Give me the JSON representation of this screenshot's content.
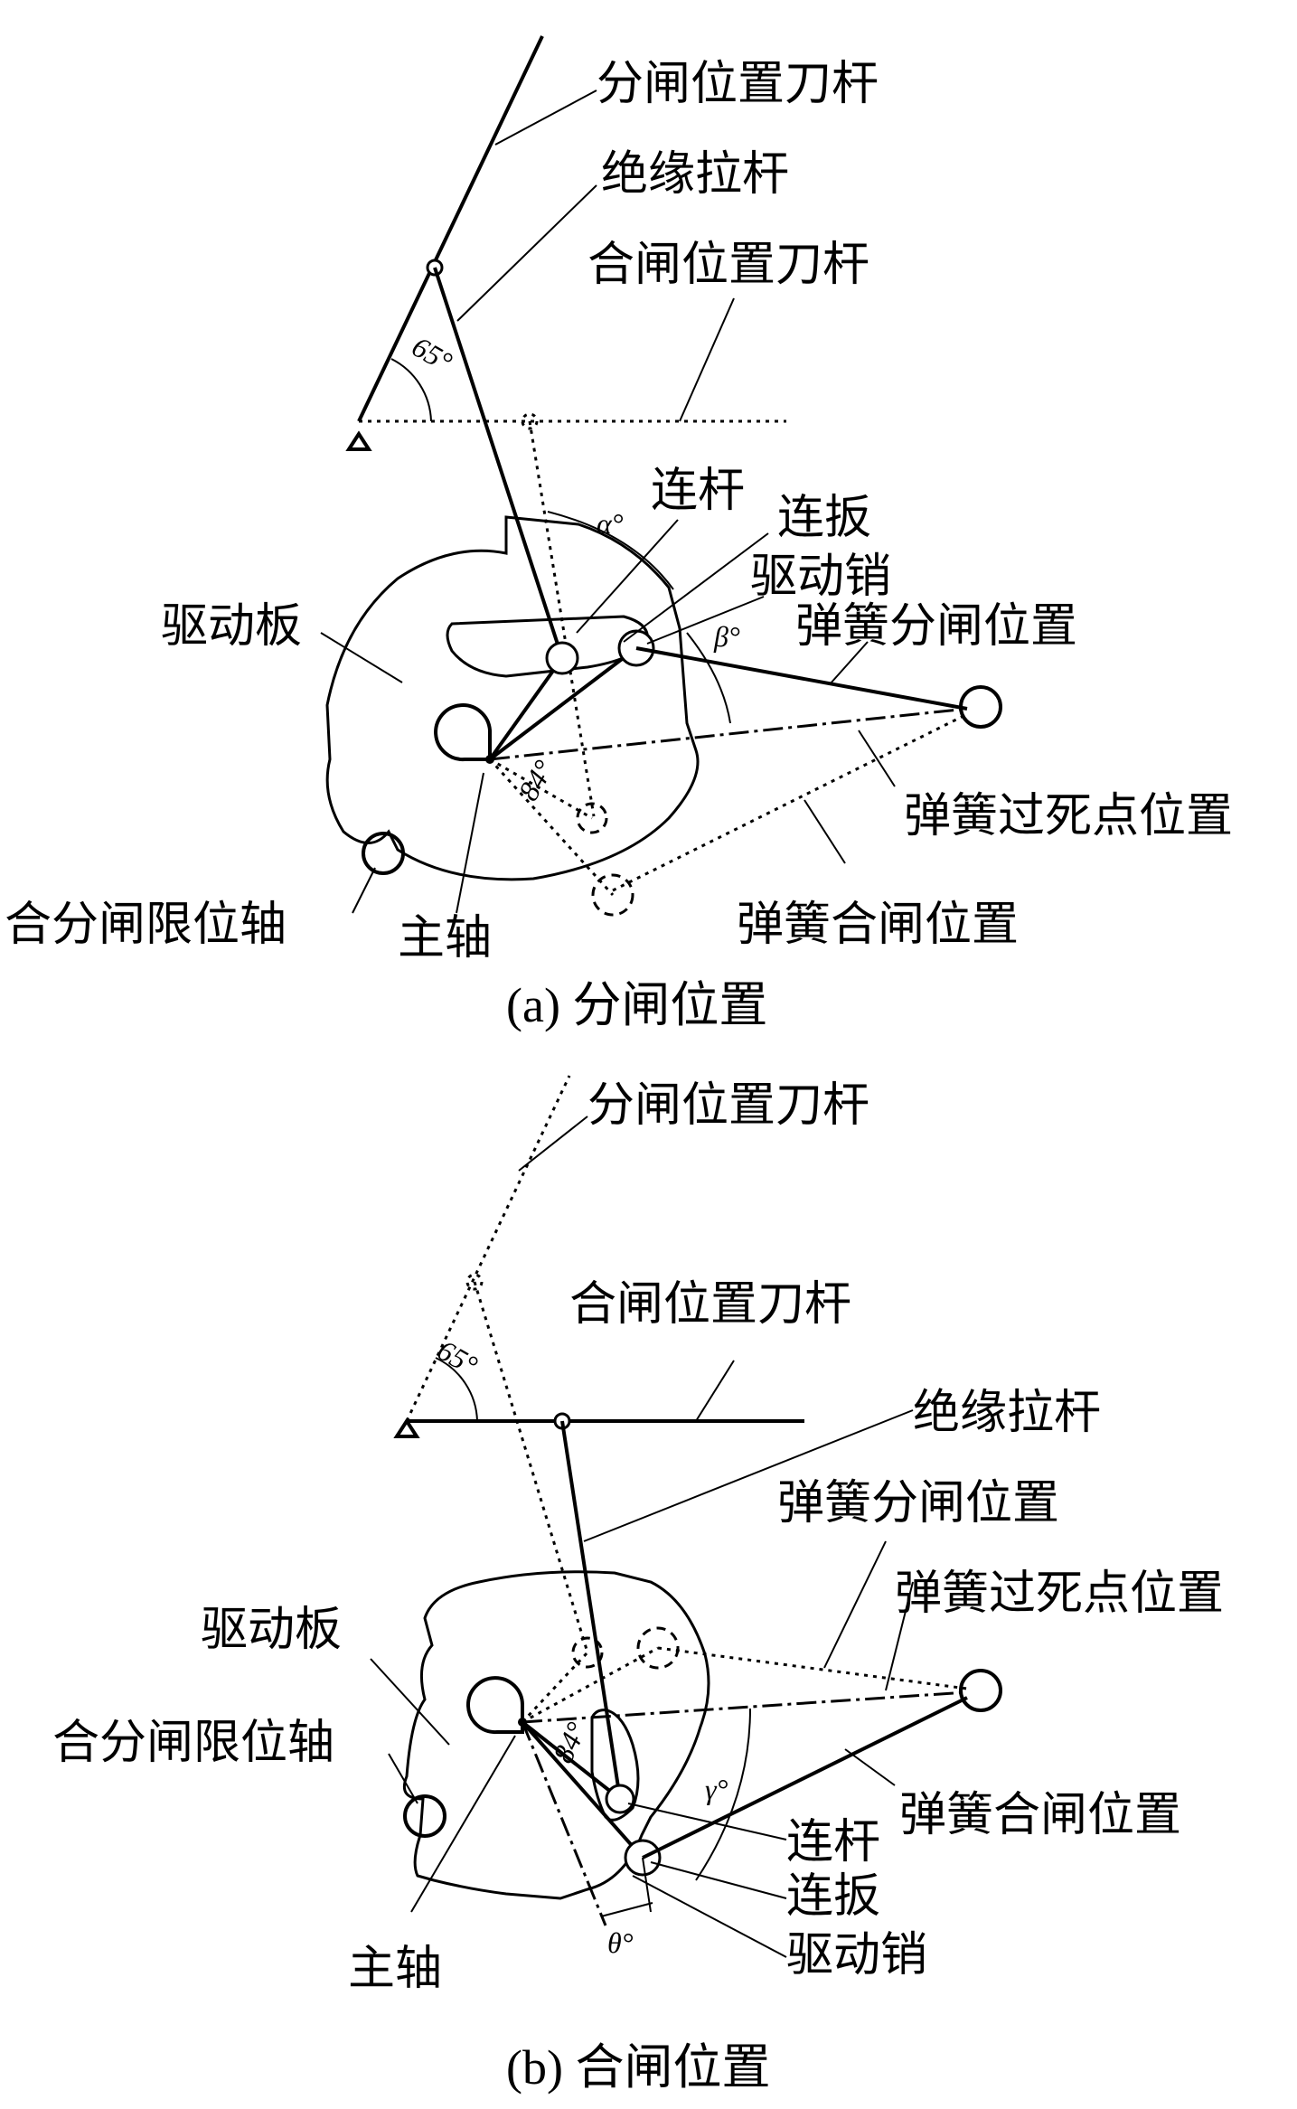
{
  "panel_a": {
    "caption": "(a)  分闸位置",
    "labels": {
      "open_blade": "分闸位置刀杆",
      "insulating_rod": "绝缘拉杆",
      "closed_blade": "合闸位置刀杆",
      "link": "连杆",
      "crank": "连扳",
      "drive_pin": "驱动销",
      "drive_plate": "驱动板",
      "spring_open": "弹簧分闸位置",
      "spring_dead_center": "弹簧过死点位置",
      "spring_closed": "弹簧合闸位置",
      "limit_shaft": "合分闸限位轴",
      "main_shaft": "主轴"
    },
    "angles": {
      "blade": "65°",
      "alpha": "α°",
      "beta": "β°",
      "rotation": "84°"
    }
  },
  "panel_b": {
    "caption": "(b)  合闸位置",
    "labels": {
      "open_blade": "分闸位置刀杆",
      "closed_blade": "合闸位置刀杆",
      "insulating_rod": "绝缘拉杆",
      "spring_open": "弹簧分闸位置",
      "spring_dead_center": "弹簧过死点位置",
      "drive_plate": "驱动板",
      "limit_shaft": "合分闸限位轴",
      "spring_closed": "弹簧合闸位置",
      "link": "连杆",
      "crank": "连扳",
      "drive_pin": "驱动销",
      "main_shaft": "主轴"
    },
    "angles": {
      "blade": "65°",
      "gamma": "γ°",
      "rotation": "84°",
      "theta": "θ°"
    }
  }
}
